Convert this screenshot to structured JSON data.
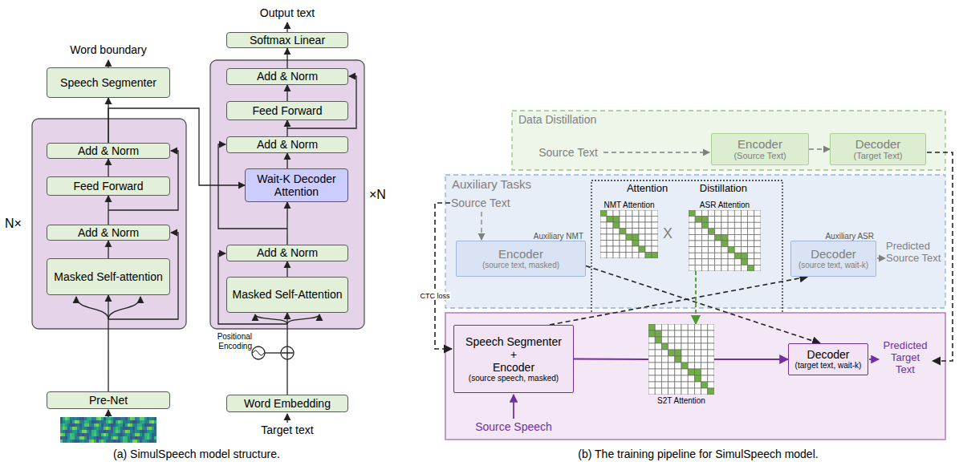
{
  "diagram": {
    "nodes": [
      {
        "text": [
          "N×"
        ]
      },
      {
        "text": [
          "Add & Norm"
        ],
        "in": 0
      },
      {
        "text": [
          "Feed Forward"
        ],
        "in": 0
      },
      {
        "text": [
          "Add & Norm"
        ],
        "in": 0
      },
      {
        "text": [
          "Masked Self-attention"
        ],
        "in": 0
      },
      {
        "text": [
          "Pre-Net"
        ]
      },
      {
        "text": [
          "Speech Segmenter"
        ]
      },
      {
        "text": [
          "×N"
        ]
      },
      {
        "text": [
          "Add & Norm"
        ],
        "in": 7
      },
      {
        "text": [
          "Feed Forward"
        ],
        "in": 7
      },
      {
        "text": [
          "Add & Norm"
        ],
        "in": 7
      },
      {
        "text": [
          "Wait-K Decoder Attention"
        ],
        "in": 7
      },
      {
        "text": [
          "Add & Norm"
        ],
        "in": 7
      },
      {
        "text": [
          "Masked Self-Attention"
        ],
        "in": 7
      },
      {
        "text": [
          "Softmax Linear"
        ]
      },
      {
        "text": [
          "Word Embedding"
        ]
      },
      {
        "text": [
          "Data Distillation"
        ]
      },
      {
        "text": [
          "Encoder",
          "(Source Text)"
        ],
        "in": 16
      },
      {
        "text": [
          "Decoder",
          "(Target Text)"
        ],
        "in": 16
      },
      {
        "text": [
          "Auxiliary Tasks"
        ]
      },
      {
        "text": [
          "Attention Distillation"
        ]
      },
      {
        "text": [
          "Auxiliary NMT",
          "Encoder",
          "(source text, masked)"
        ],
        "in": 19
      },
      {
        "text": [
          "Auxiliary ASR",
          "Decoder",
          "(source text, wait-k)"
        ],
        "in": 19
      },
      {
        "text": [
          "NMT Attention"
        ],
        "in": 20
      },
      {
        "text": [
          "ASR Attention"
        ],
        "in": 20
      },
      {
        "text": [
          "S2T Attention"
        ],
        "in": 20
      },
      {
        "text": [
          "Speech Segmenter",
          "+",
          "Encoder",
          "(source speech, masked)"
        ]
      },
      {
        "text": [
          "Decoder",
          "(target text, wait-k)"
        ]
      }
    ],
    "edges": [
      {
        "from": 5,
        "to": 4,
        "arrow": "to"
      },
      {
        "from": 4,
        "to": 3,
        "arrow": "to"
      },
      {
        "from": 3,
        "to": 2,
        "arrow": "to"
      },
      {
        "from": 2,
        "to": 1,
        "arrow": "to"
      },
      {
        "from": 1,
        "to": 6,
        "arrow": "to"
      },
      {
        "from": 1,
        "to": 11,
        "arrow": "to"
      },
      {
        "from": 15,
        "to": 13,
        "arrow": "to"
      },
      {
        "from": 13,
        "to": 12,
        "arrow": "to"
      },
      {
        "from": 12,
        "to": 11,
        "arrow": "to"
      },
      {
        "from": 11,
        "to": 10,
        "arrow": "to"
      },
      {
        "from": 10,
        "to": 9,
        "arrow": "to"
      },
      {
        "from": 9,
        "to": 8,
        "arrow": "to"
      },
      {
        "from": 8,
        "to": 14,
        "arrow": "to"
      },
      {
        "from": 17,
        "to": 18,
        "arrow": "to"
      },
      {
        "from": 21,
        "to": 27,
        "arrow": "to"
      },
      {
        "from": 26,
        "to": 22,
        "arrow": "to"
      },
      {
        "from": 26,
        "to": 25,
        "arrow": "none"
      },
      {
        "from": 25,
        "to": 27,
        "arrow": "to"
      },
      {
        "from": 24,
        "to": 25,
        "arrow": "to"
      }
    ],
    "labels": [
      "Word boundary",
      "Output text",
      "Positional Encoding",
      "Target text",
      "(a) SimulSpeech model structure.",
      "Source Text",
      "Source Text",
      "CTC loss",
      "X",
      "Predicted Source Text",
      "Source Speech",
      "Predicted Target Text",
      "(b) The training pipeline for SimulSpeech model."
    ]
  }
}
